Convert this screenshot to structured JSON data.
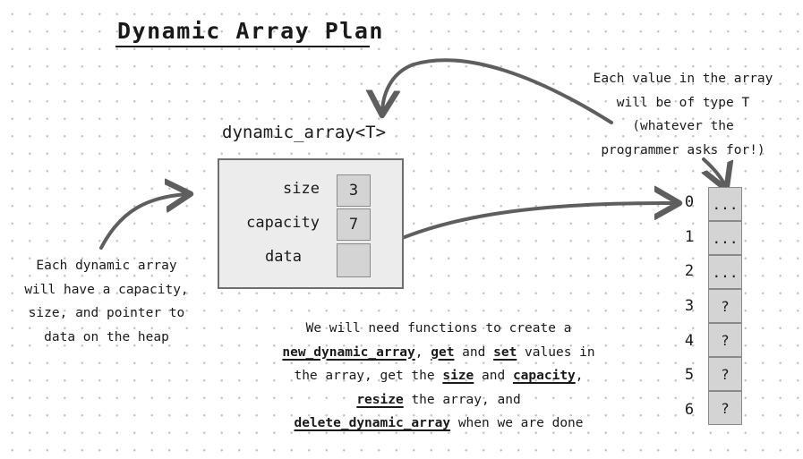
{
  "title": "Dynamic Array Plan",
  "struct": {
    "label": "dynamic_array<T>",
    "fields": [
      {
        "name": "size",
        "value": "3"
      },
      {
        "name": "capacity",
        "value": "7"
      },
      {
        "name": "data",
        "value": ""
      }
    ]
  },
  "array": {
    "indices": [
      "0",
      "1",
      "2",
      "3",
      "4",
      "5",
      "6"
    ],
    "cells": [
      "...",
      "...",
      "...",
      "?",
      "?",
      "?",
      "?"
    ]
  },
  "notes": {
    "left": [
      "Each dynamic array",
      "will have a capacity,",
      "size, and pointer to",
      "data on the heap"
    ],
    "right": [
      "Each value in the array",
      "will be of type T",
      "(whatever the",
      "programmer asks for!)"
    ],
    "bottom": {
      "l1": "We will need functions to create a",
      "l2_fn1": "new_dynamic_array",
      "l2_a": ",",
      "l2_fn2": "get",
      "l2_b": "and",
      "l2_fn3": "set",
      "l2_c": "values in",
      "l3_a": "the array, get the",
      "l3_fn1": "size",
      "l3_b": "and",
      "l3_fn2": "capacity",
      "l3_c": ",",
      "l4_fn": "resize",
      "l4_a": "the array, and",
      "l5_fn": "delete_dynamic_array",
      "l5_a": "when we are done"
    }
  },
  "colors": {
    "arrow": "#5e5e5e",
    "cell": "#d4d4d4",
    "box": "#ececec"
  }
}
